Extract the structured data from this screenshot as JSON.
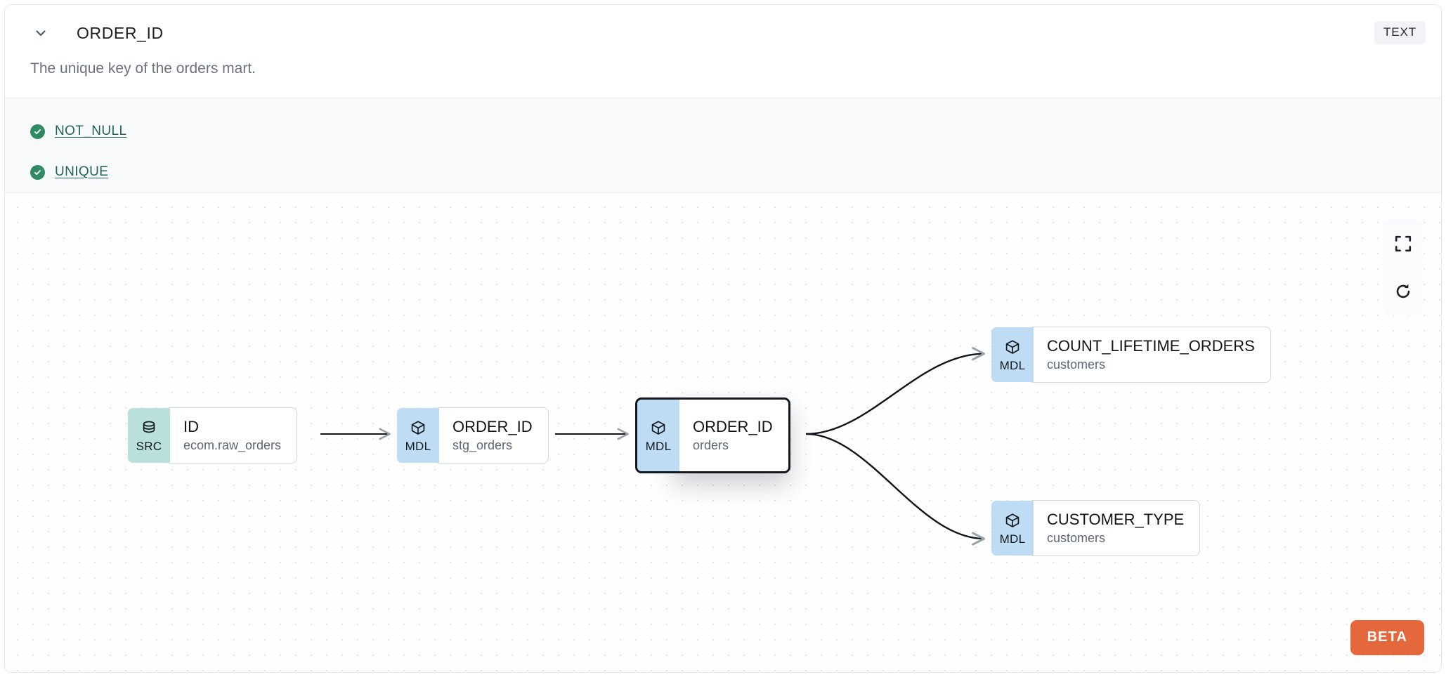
{
  "header": {
    "column_name": "ORDER_ID",
    "type_badge": "TEXT",
    "chevron_icon": "chevron-down-icon",
    "expanded": true
  },
  "description": "The unique key of the orders mart.",
  "tests": [
    {
      "label": "NOT_NULL",
      "status": "passed",
      "icon": "check-circle-icon"
    },
    {
      "label": "UNIQUE",
      "status": "passed",
      "icon": "check-circle-icon"
    }
  ],
  "lineage": {
    "nodes": [
      {
        "id": "src-id",
        "badge": "SRC",
        "badge_icon": "database-icon",
        "name": "ID",
        "subtitle": "ecom.raw_orders",
        "selected": false
      },
      {
        "id": "stg-order-id",
        "badge": "MDL",
        "badge_icon": "cube-icon",
        "name": "ORDER_ID",
        "subtitle": "stg_orders",
        "selected": false
      },
      {
        "id": "orders-order-id",
        "badge": "MDL",
        "badge_icon": "cube-icon",
        "name": "ORDER_ID",
        "subtitle": "orders",
        "selected": true
      },
      {
        "id": "count-lifetime",
        "badge": "MDL",
        "badge_icon": "cube-icon",
        "name": "COUNT_LIFETIME_ORDERS",
        "subtitle": "customers",
        "selected": false
      },
      {
        "id": "customer-type",
        "badge": "MDL",
        "badge_icon": "cube-icon",
        "name": "CUSTOMER_TYPE",
        "subtitle": "customers",
        "selected": false
      }
    ],
    "controls": [
      {
        "id": "fit-view",
        "icon": "fit-screen-icon",
        "label": "Fit view"
      },
      {
        "id": "reset-view",
        "icon": "refresh-icon",
        "label": "Reset"
      }
    ],
    "beta_label": "BETA"
  },
  "colors": {
    "src_badge": "#b9e0dc",
    "mdl_badge": "#bfdcf5",
    "test_pass": "#2e8b63",
    "test_link": "#226358",
    "beta": "#e5683c",
    "tests_bg": "#f8f9fb",
    "edge": "#111418"
  }
}
